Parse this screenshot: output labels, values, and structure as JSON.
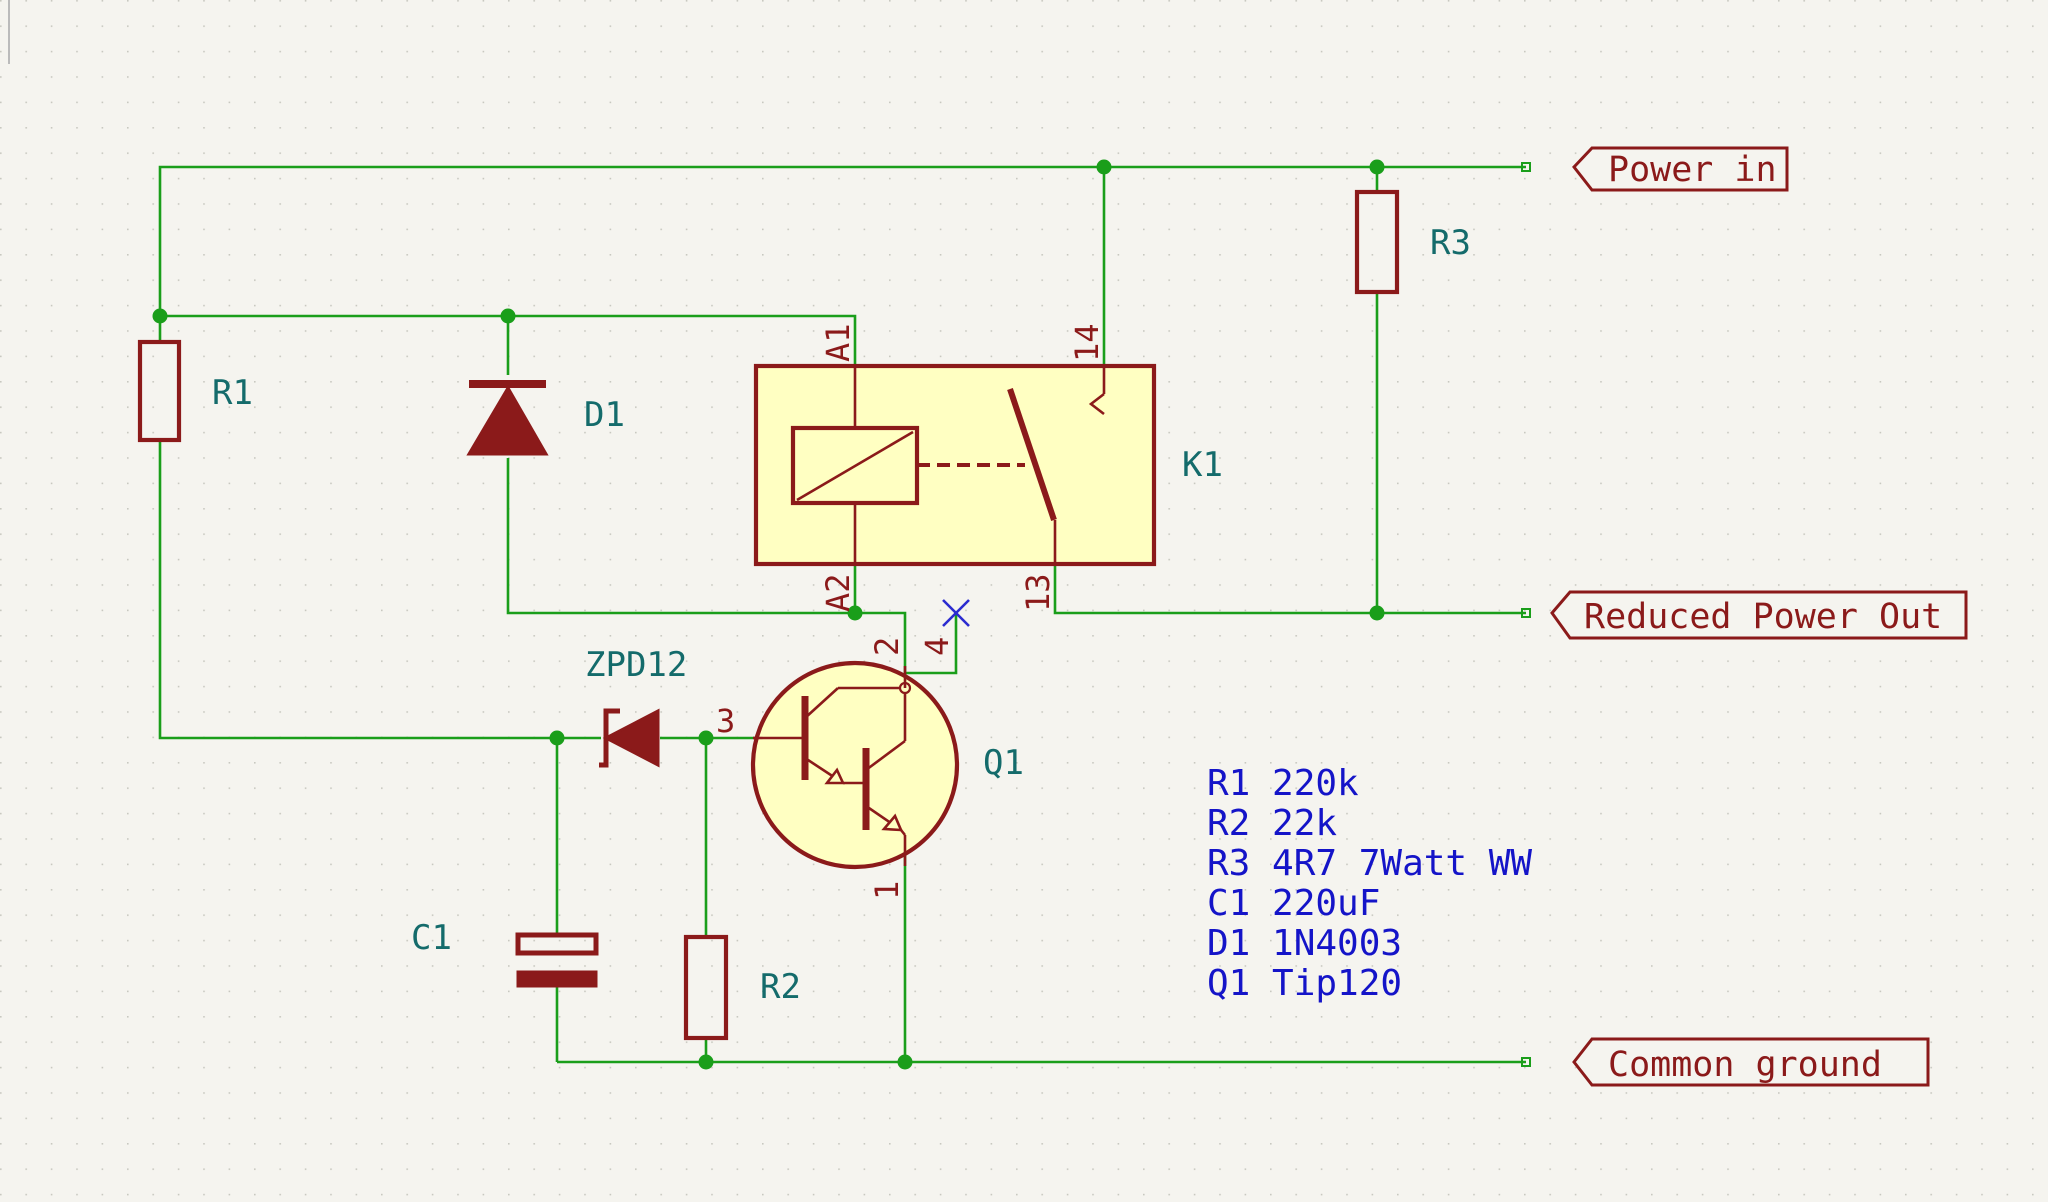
{
  "components": {
    "R1": {
      "ref": "R1"
    },
    "R2": {
      "ref": "R2"
    },
    "R3": {
      "ref": "R3"
    },
    "D1": {
      "ref": "D1"
    },
    "K1": {
      "ref": "K1",
      "pins": {
        "a1": "A1",
        "a2": "A2",
        "p14": "14",
        "p13": "13"
      }
    },
    "Q1": {
      "ref": "Q1",
      "pins": {
        "p1": "1",
        "p2": "2",
        "p3": "3",
        "p4": "4"
      }
    },
    "C1": {
      "ref": "C1"
    },
    "ZD": {
      "ref": "ZPD12"
    }
  },
  "labels": {
    "power_in": "Power in",
    "reduced_power_out": "Reduced Power Out",
    "common_ground": "Common ground"
  },
  "notes": [
    "R1 220k",
    "R2 22k",
    "R3 4R7 7Watt WW",
    "C1 220uF",
    "D1 1N4003",
    "Q1 Tip120"
  ],
  "colors": {
    "wire": "#1a9e1a",
    "symbol": "#8b1a1a",
    "body_fill": "#ffffc2",
    "reference": "#146b6b",
    "note": "#1414c8",
    "background": "#f5f4ef"
  }
}
